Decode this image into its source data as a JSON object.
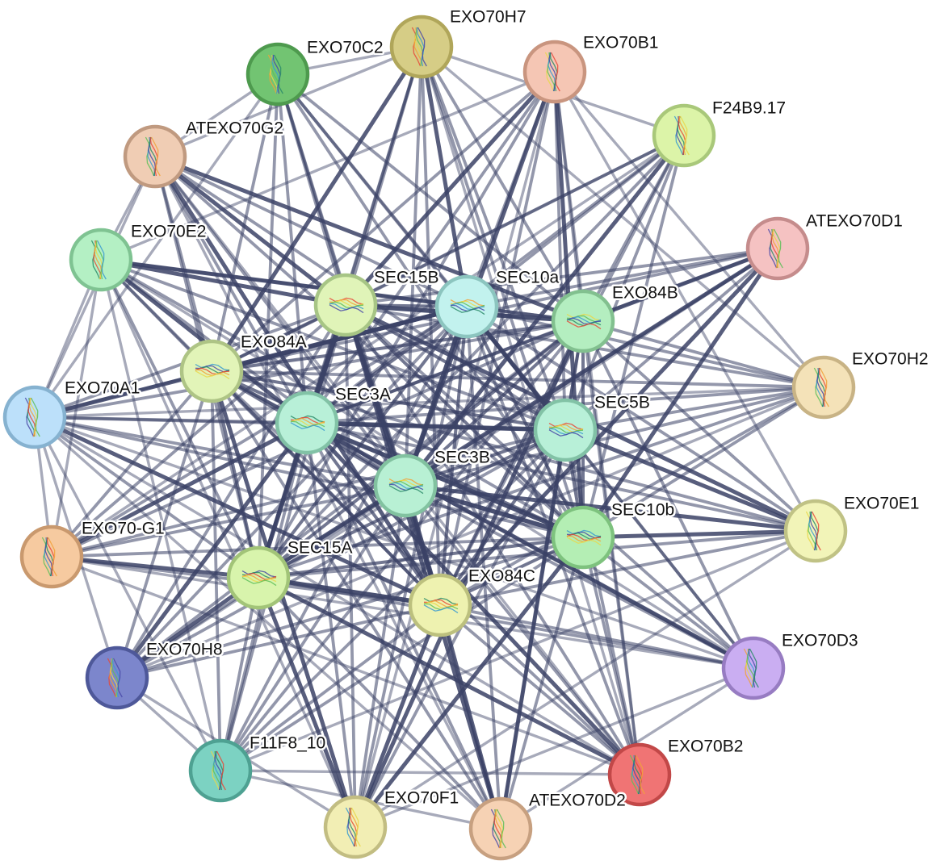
{
  "network": {
    "nodes": [
      {
        "id": "EXO70H7",
        "label": "EXO70H7",
        "fill": "#d6cd86",
        "ring": "#b0a65a"
      },
      {
        "id": "EXO70C2",
        "label": "EXO70C2",
        "fill": "#72c472",
        "ring": "#4e9a4e"
      },
      {
        "id": "EXO70B1",
        "label": "EXO70B1",
        "fill": "#f5c6b4",
        "ring": "#c9957f"
      },
      {
        "id": "ATEXO70G2",
        "label": "ATEXO70G2",
        "fill": "#f0cdb4",
        "ring": "#c09a80"
      },
      {
        "id": "F24B9.17",
        "label": "F24B9.17",
        "fill": "#dcf4a8",
        "ring": "#a9c87a"
      },
      {
        "id": "ATEXO70D1",
        "label": "ATEXO70D1",
        "fill": "#f5c2c2",
        "ring": "#c58c8c"
      },
      {
        "id": "EXO70E2",
        "label": "EXO70E2",
        "fill": "#b4f0c4",
        "ring": "#7fc392"
      },
      {
        "id": "SEC15B",
        "label": "SEC15B",
        "fill": "#e0f4b8",
        "ring": "#a7c585"
      },
      {
        "id": "SEC10a",
        "label": "SEC10a",
        "fill": "#c2f2ee",
        "ring": "#8cc5bf"
      },
      {
        "id": "EXO84B",
        "label": "EXO84B",
        "fill": "#b4eec0",
        "ring": "#82c08f"
      },
      {
        "id": "EXO70H2",
        "label": "EXO70H2",
        "fill": "#f4e2b8",
        "ring": "#c8b385"
      },
      {
        "id": "EXO84A",
        "label": "EXO84A",
        "fill": "#e2f4b8",
        "ring": "#aec485"
      },
      {
        "id": "EXO70A1",
        "label": "EXO70A1",
        "fill": "#bce0fa",
        "ring": "#86b2d0"
      },
      {
        "id": "SEC3A",
        "label": "SEC3A",
        "fill": "#b8f0d8",
        "ring": "#82c2a6"
      },
      {
        "id": "SEC5B",
        "label": "SEC5B",
        "fill": "#b8f0d8",
        "ring": "#82c2a6"
      },
      {
        "id": "SEC3B",
        "label": "SEC3B",
        "fill": "#b8f0d4",
        "ring": "#82c2a0"
      },
      {
        "id": "EXO70E1",
        "label": "EXO70E1",
        "fill": "#f2f4b8",
        "ring": "#c0c285"
      },
      {
        "id": "EXO70-G1",
        "label": "EXO70-G1",
        "fill": "#f6caa0",
        "ring": "#c9996e"
      },
      {
        "id": "SEC10b",
        "label": "SEC10b",
        "fill": "#b4eeb4",
        "ring": "#7ec27e"
      },
      {
        "id": "SEC15A",
        "label": "SEC15A",
        "fill": "#d8f4ac",
        "ring": "#a2c478"
      },
      {
        "id": "EXO84C",
        "label": "EXO84C",
        "fill": "#eef2b0",
        "ring": "#bcc07e"
      },
      {
        "id": "EXO70H8",
        "label": "EXO70H8",
        "fill": "#7c86cc",
        "ring": "#4e5899"
      },
      {
        "id": "EXO70D3",
        "label": "EXO70D3",
        "fill": "#caaef2",
        "ring": "#977cc2"
      },
      {
        "id": "F11F8_10",
        "label": "F11F8_10",
        "fill": "#7cd2c2",
        "ring": "#4ea192"
      },
      {
        "id": "EXO70B2",
        "label": "EXO70B2",
        "fill": "#f07474",
        "ring": "#c24848"
      },
      {
        "id": "EXO70F1",
        "label": "EXO70F1",
        "fill": "#f2eeb4",
        "ring": "#c2bd82"
      },
      {
        "id": "ATEXO70D2",
        "label": "ATEXO70D2",
        "fill": "#f6d2b4",
        "ring": "#c7a080"
      }
    ],
    "hub_nodes": [
      "SEC15B",
      "SEC10a",
      "EXO84B",
      "EXO84A",
      "SEC3A",
      "SEC5B",
      "SEC3B",
      "SEC10b",
      "SEC15A",
      "EXO84C"
    ],
    "edge_color": "#3b4266"
  }
}
